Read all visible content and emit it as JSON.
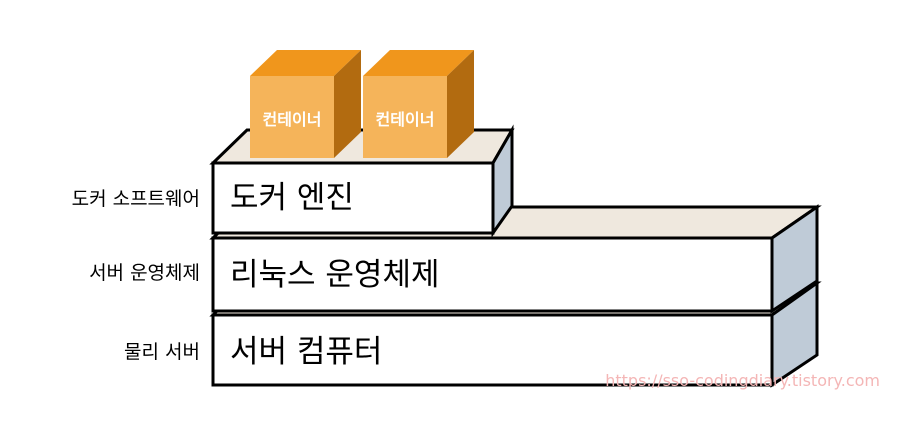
{
  "layers": [
    {
      "id": "physical",
      "label": "서버 컴퓨터",
      "side_label": "물리 서버"
    },
    {
      "id": "os",
      "label": "리눅스 운영체제",
      "side_label": "서버 운영체제"
    },
    {
      "id": "docker",
      "label": "도커 엔진",
      "side_label": "도커 소프트웨어"
    }
  ],
  "containers": [
    {
      "label": "컨테이너"
    },
    {
      "label": "컨테이너"
    }
  ],
  "watermark": "https://sso-codingdiary.tistory.com",
  "colors": {
    "slab_front": "#ffffff",
    "slab_top": "#efe8de",
    "slab_side": "#bfcbd7",
    "outline": "#000000",
    "box_front": "#f5b45a",
    "box_top": "#f0961c",
    "box_side": "#b26b10"
  }
}
